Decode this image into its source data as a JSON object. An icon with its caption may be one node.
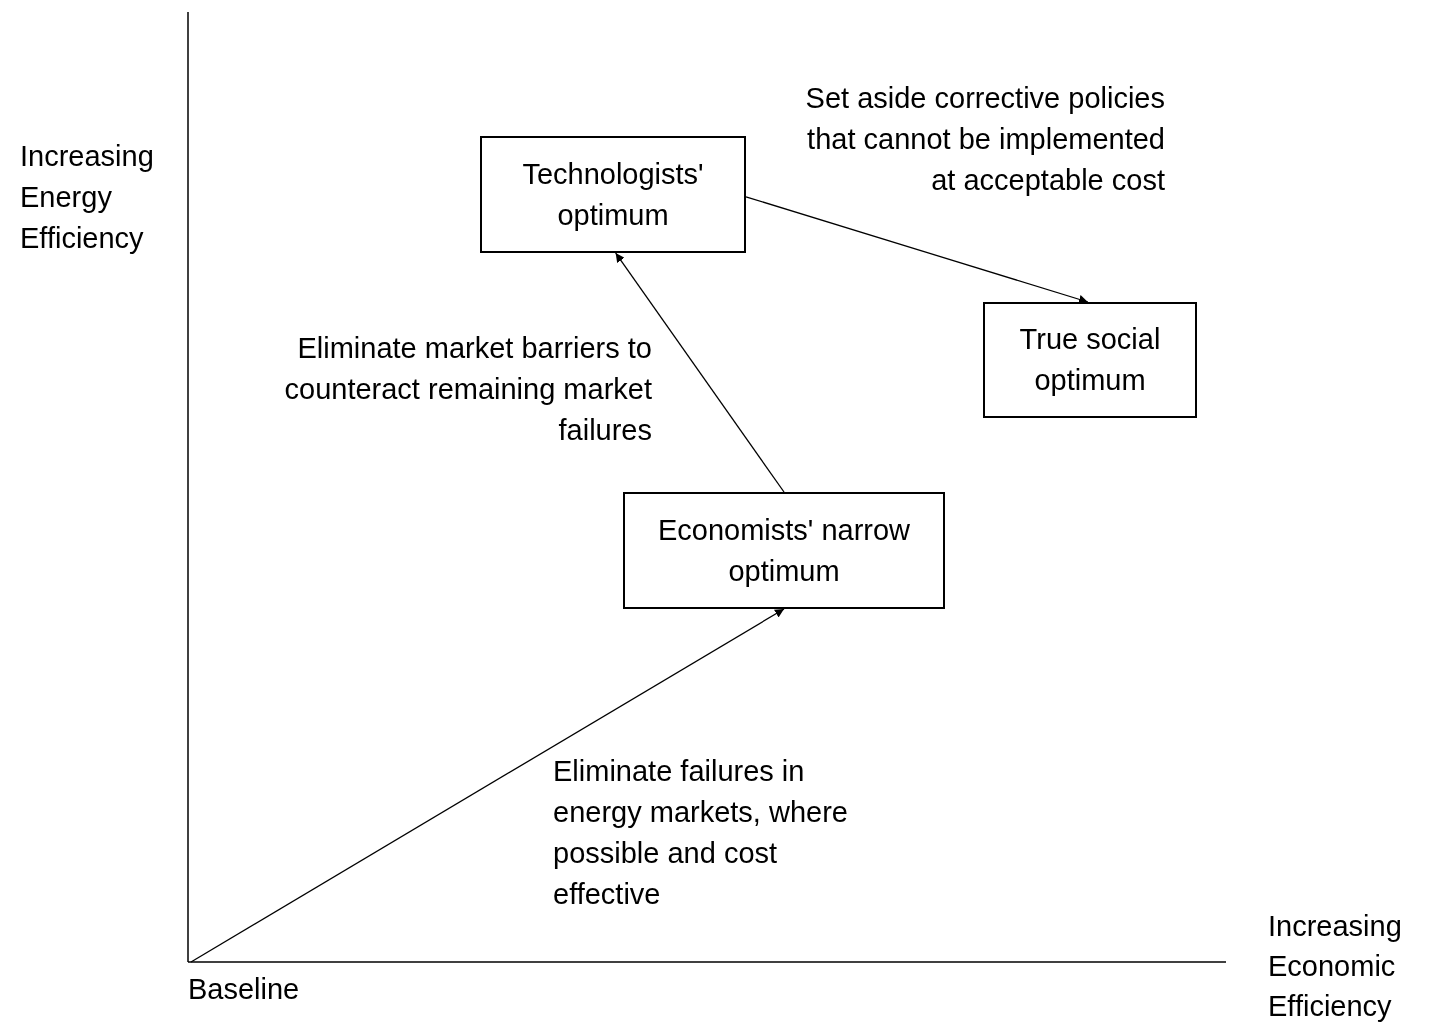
{
  "diagram": {
    "nodes": [
      {
        "text": [
          "Technologists' optimum"
        ]
      },
      {
        "text": [
          "True social optimum"
        ]
      },
      {
        "text": [
          "Economists' narrow optimum"
        ]
      },
      {
        "text": [
          "Baseline"
        ]
      }
    ],
    "edges": [
      {
        "from": 0,
        "to": 1,
        "arrow": "to",
        "label": "Set aside corrective policies that cannot be implemented at acceptable cost"
      },
      {
        "from": 2,
        "to": 0,
        "arrow": "to",
        "label": "Eliminate market barriers to counteract remaining market failures"
      },
      {
        "from": 3,
        "to": 2,
        "arrow": "to",
        "label": "Eliminate failures in energy markets, where possible and cost effective"
      }
    ],
    "labels": [
      "Increasing Energy Efficiency",
      "Increasing Economic Efficiency"
    ]
  }
}
